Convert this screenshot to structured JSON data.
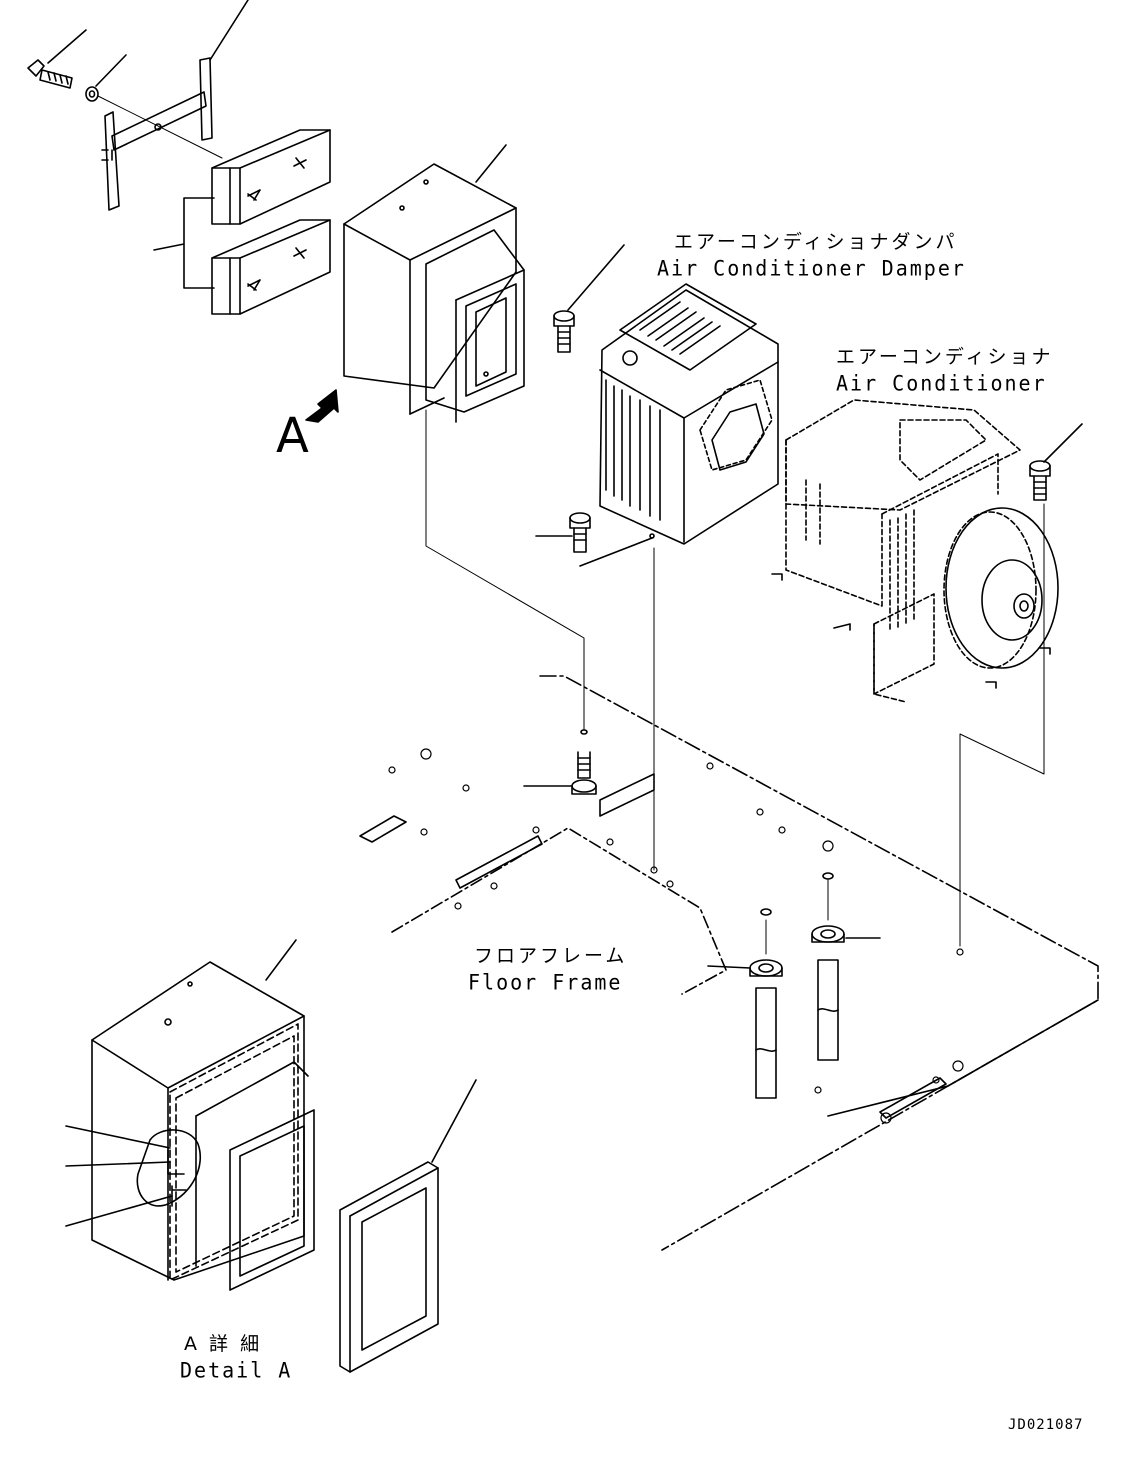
{
  "labels": {
    "damper_jp": "エアーコンディショナダンパ",
    "damper_en": "Air Conditioner Damper",
    "ac_jp": "エアーコンディショナ",
    "ac_en": "Air Conditioner",
    "floor_jp": "フロアフレーム",
    "floor_en": "Floor Frame",
    "view_marker": "A",
    "detail_jp": "A 詳 細",
    "detail_en": "Detail A",
    "drawing_code": "JD021087"
  },
  "colors": {
    "line": "#000000",
    "background": "#ffffff"
  }
}
